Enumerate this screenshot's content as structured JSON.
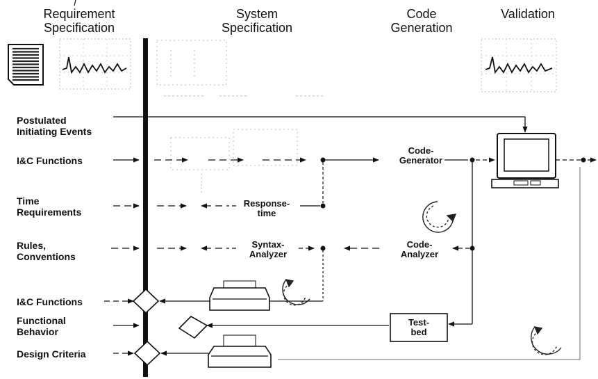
{
  "columns": {
    "requirement": [
      "Requirement",
      "Specification"
    ],
    "system": [
      "System",
      "Specification"
    ],
    "code": [
      "Code",
      "Generation"
    ],
    "validation": [
      "Validation"
    ]
  },
  "rows": {
    "postulated": [
      "Postulated",
      "Initiating Events"
    ],
    "ic_functions_1": [
      "I&C Functions"
    ],
    "time": [
      "Time",
      "Requirements"
    ],
    "rules": [
      "Rules,",
      "Conventions"
    ],
    "ic_functions_2": [
      "I&C Functions"
    ],
    "functional": [
      "Functional",
      "Behavior"
    ],
    "design": [
      "Design Criteria"
    ]
  },
  "boxes": {
    "code_generator": [
      "Code-",
      "Generator"
    ],
    "response_time": [
      "Response-",
      "time"
    ],
    "syntax_analyzer": [
      "Syntax-",
      "Analyzer"
    ],
    "code_analyzer": [
      "Code-",
      "Analyzer"
    ],
    "test_bed": [
      "Test-",
      "bed"
    ]
  },
  "icons": [
    "document-icon",
    "waveform-chart-icon",
    "computer-monitor-icon",
    "printer-icon",
    "cycle-arrow-icon",
    "decision-diamond-icon"
  ]
}
